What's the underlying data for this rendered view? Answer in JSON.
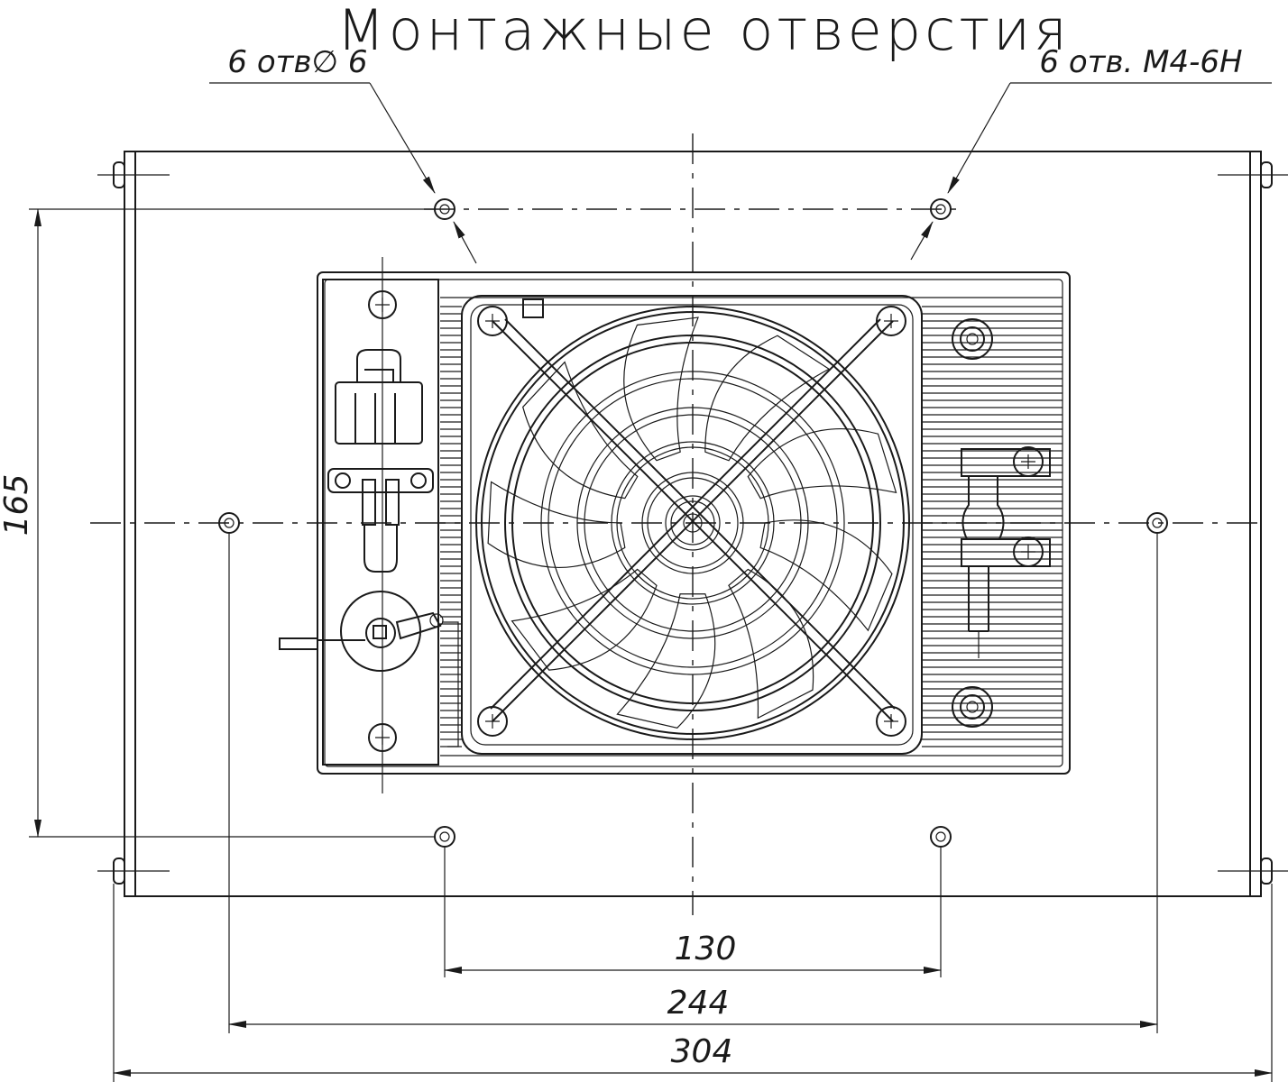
{
  "title": "Монтажные отверстия",
  "callouts": {
    "left": "6 отв∅ 6",
    "right": "6 отв. М4-6Н"
  },
  "dimensions": {
    "height": "165",
    "inner_span": "130",
    "middle_span": "244",
    "overall_width": "304"
  }
}
